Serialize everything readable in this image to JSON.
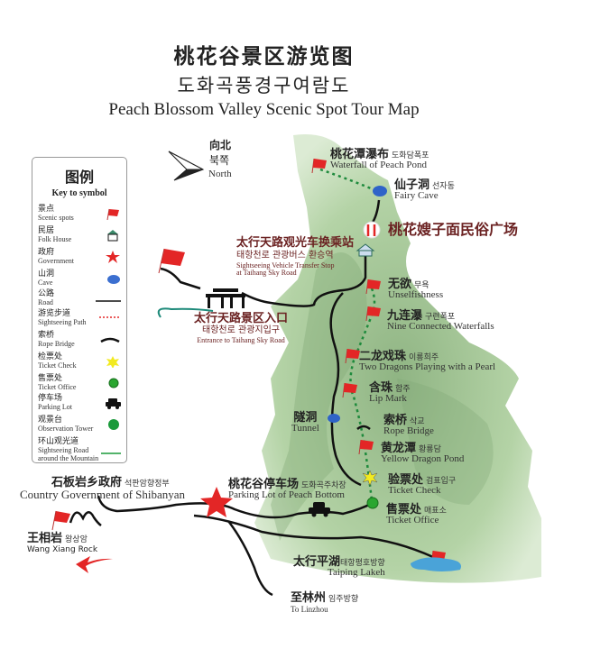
{
  "title": {
    "cn": "桃花谷景区游览图",
    "ko": "도화곡풍경구여람도",
    "en": "Peach Blossom Valley Scenic Spot Tour Map"
  },
  "north": {
    "cn": "向北",
    "ko": "북쪽",
    "en": "North"
  },
  "legend": {
    "title": "图例",
    "subtitle": "Key to symbol",
    "items": [
      {
        "cn": "景点",
        "en": "Scenic spots",
        "icon": "flag-icon"
      },
      {
        "cn": "民居",
        "en": "Folk House",
        "icon": "folk-house-icon"
      },
      {
        "cn": "政府",
        "en": "Government",
        "icon": "star-icon"
      },
      {
        "cn": "山洞",
        "en": "Cave",
        "icon": "cave-icon"
      },
      {
        "cn": "公路",
        "en": "Road",
        "icon": "road-line-icon"
      },
      {
        "cn": "游览步道",
        "en": "Sightseeing Path",
        "icon": "dashed-path-icon"
      },
      {
        "cn": "索桥",
        "en": "Rope Bridge",
        "icon": "rope-bridge-icon"
      },
      {
        "cn": "检票处",
        "en": "Ticket Check",
        "icon": "ticket-check-icon"
      },
      {
        "cn": "售票处",
        "en": "Ticket Office",
        "icon": "ticket-office-icon"
      },
      {
        "cn": "停车场",
        "en": "Parking Lot",
        "icon": "car-icon"
      },
      {
        "cn": "观景台",
        "en": "Observation Tower",
        "icon": "observation-tower-icon"
      },
      {
        "cn": "环山观光道",
        "en": "Sightseeing Road around the Mountain",
        "icon": "green-line-icon"
      }
    ]
  },
  "places": {
    "waterfall_peach_pond": {
      "cn": "桃花潭瀑布",
      "ko": "도화담폭포",
      "en": "Waterfall of Peach Pond"
    },
    "fairy_cave": {
      "cn": "仙子洞",
      "ko": "선자동",
      "en": "Fairy Cave"
    },
    "folk_square": {
      "cn": "桃花嫂子面民俗广场"
    },
    "transfer_stop": {
      "cn": "太行天路观光车换乘站",
      "ko": "태항천로 관광버스 환승역",
      "en1": "Sightseeing Vehicle Transfer Stop",
      "en2": "at Taihang Sky Road"
    },
    "entrance": {
      "cn": "太行天路景区入口",
      "ko": "태항천로 관광지입구",
      "en": "Entrance to Taihang Sky Road"
    },
    "unselfishness": {
      "cn": "无欲",
      "ko": "무욕",
      "en": "Unselfishness"
    },
    "nine_waterfalls": {
      "cn": "九连瀑",
      "ko": "구련폭포",
      "en": "Nine Connected Waterfalls"
    },
    "two_dragons": {
      "cn": "二龙戏珠",
      "ko": "이룡희주",
      "en": "Two Dragons Playing with a Pearl"
    },
    "lip_mark": {
      "cn": "含珠",
      "ko": "함주",
      "en": "Lip Mark"
    },
    "tunnel": {
      "cn": "隧洞",
      "en": "Tunnel"
    },
    "rope_bridge": {
      "cn": "索桥",
      "ko": "삭교",
      "en": "Rope Bridge"
    },
    "yellow_dragon": {
      "cn": "黄龙潭",
      "ko": "황룡담",
      "en": "Yellow Dragon Pond"
    },
    "ticket_check": {
      "cn": "验票处",
      "ko": "검표입구",
      "en": "Ticket Check"
    },
    "ticket_office": {
      "cn": "售票处",
      "ko": "매표소",
      "en": "Ticket Office"
    },
    "parking": {
      "cn": "桃花谷停车场",
      "ko": "도화곡주차장",
      "en": "Parking Lot of Peach Bottom"
    },
    "government": {
      "cn": "石板岩乡政府",
      "ko": "석판암향정부",
      "en": "Country Government of Shibanyan"
    },
    "wang_xiang": {
      "cn": "王相岩",
      "ko": "왕상암",
      "en": "Wang Xiang Rock"
    },
    "taiping_lake": {
      "cn": "太行平湖",
      "ko": "태항평호방향",
      "en": "Taiping Lakeh"
    },
    "linzhou": {
      "cn": "至林州",
      "ko": "임주방향",
      "en": "To Linzhou"
    }
  },
  "colors": {
    "mountain": "#a9c99a",
    "path": "#1e8a3c",
    "flag": "#e32626",
    "road": "#111111",
    "label_accent": "#6b2222",
    "lake": "#4aa3d8"
  }
}
